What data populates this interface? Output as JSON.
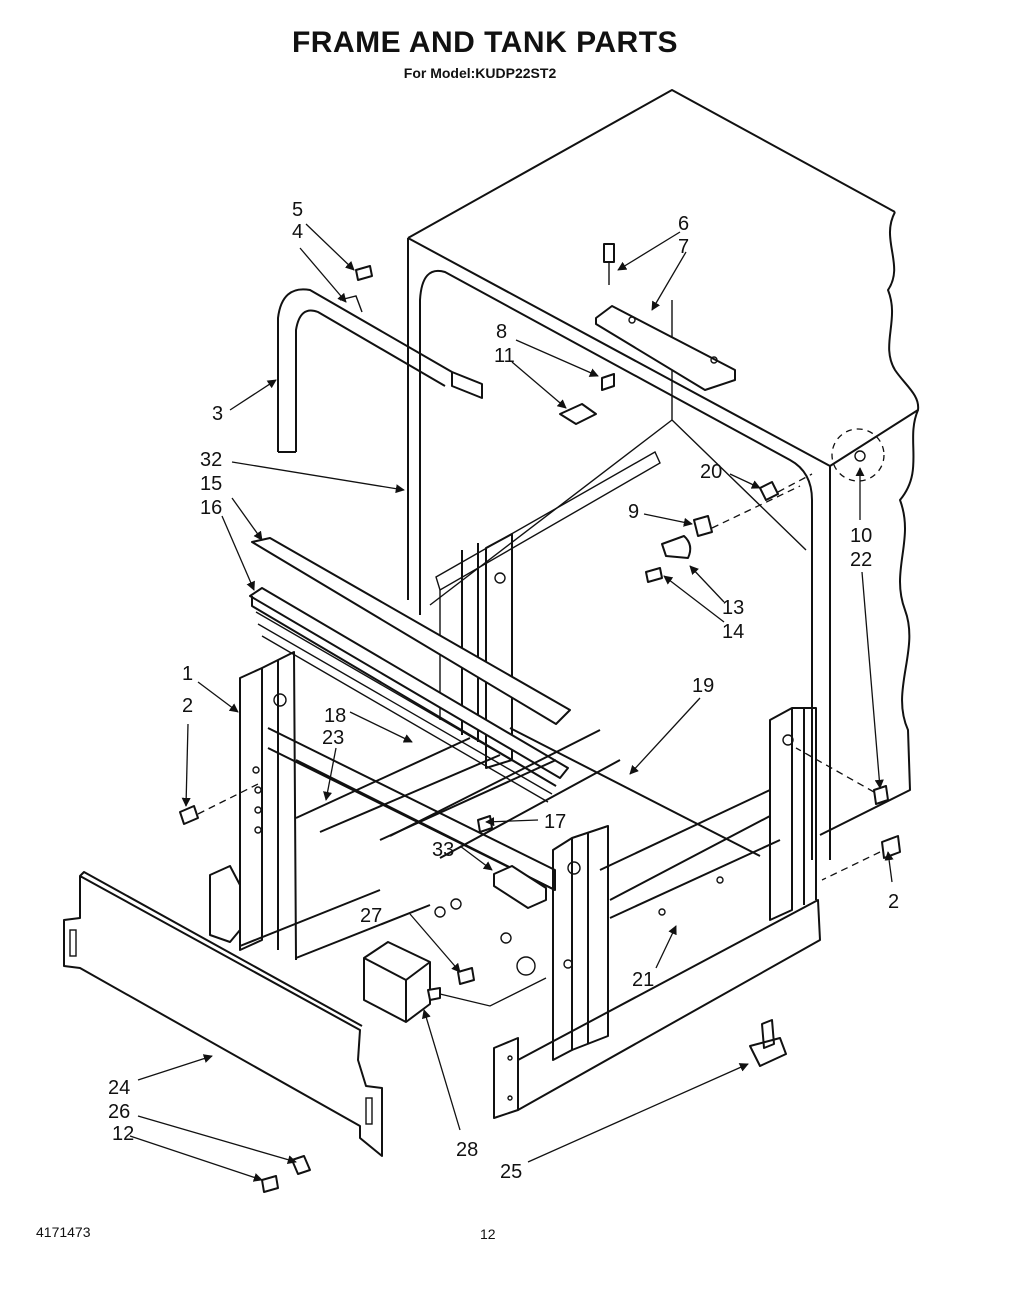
{
  "page": {
    "title": "FRAME AND TANK PARTS",
    "subtitle": "For Model:KUDP22ST2",
    "doc_number": "4171473",
    "page_number": "12"
  },
  "callouts": [
    "1",
    "2",
    "2",
    "3",
    "4",
    "5",
    "6",
    "7",
    "8",
    "9",
    "10",
    "11",
    "12",
    "13",
    "14",
    "15",
    "16",
    "17",
    "18",
    "19",
    "20",
    "21",
    "22",
    "23",
    "24",
    "25",
    "26",
    "27",
    "28",
    "32",
    "33"
  ]
}
